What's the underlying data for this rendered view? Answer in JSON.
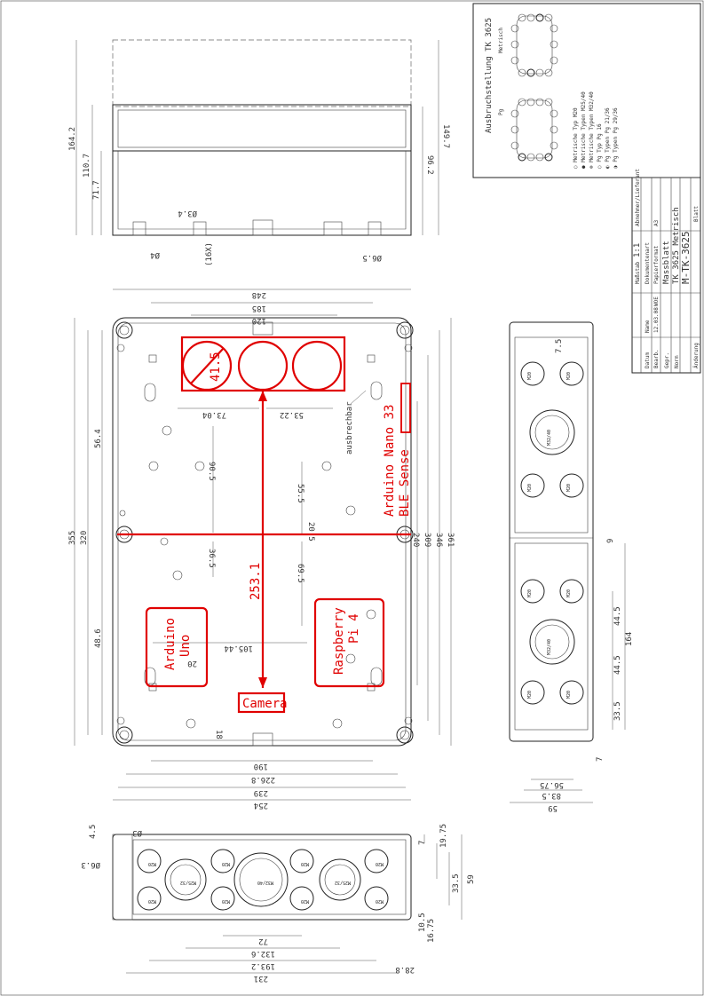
{
  "title_block": {
    "customer_label": "Abnehmer/Lieferant",
    "doc_type_label": "Dokumentenart",
    "scale_label": "Maßstab",
    "scale_value": "1:1",
    "paper_label": "Papierformat",
    "paper_value": "A3",
    "sheet_title_1": "Massblatt",
    "sheet_title_2": "TK 3625 Metrisch",
    "part_number": "M-TK-3625",
    "sheet_label": "Blatt",
    "change_label": "Änderung",
    "date_label": "Datum",
    "name_label": "Name",
    "drawn_label": "Bearb.",
    "checked_label": "Gepr.",
    "norm_label": "Norm",
    "date_value": "12.03.08",
    "drawn_by": "WOE"
  },
  "knockout": {
    "title": "Ausbruchstellung TK 3625",
    "metric_label": "Metrisch",
    "pg_label": "Pg",
    "legend": [
      {
        "symbol": "○",
        "label": "Metrische Typ M20"
      },
      {
        "symbol": "●",
        "label": "Metrische Typen M25/40"
      },
      {
        "symbol": "⊗",
        "label": "Metrische Typen M32/40"
      },
      {
        "symbol": "○",
        "label": "Pg Typ Pg 16"
      },
      {
        "symbol": "◐",
        "label": "Pg Typen Pg 21/36"
      },
      {
        "symbol": "◑",
        "label": "Pg Typen Pg 29/36"
      }
    ]
  },
  "side_view": {
    "dims_right": [
      "164.2",
      "110.7",
      "71.7"
    ],
    "dims_inner": [
      "149.7",
      "96.2"
    ],
    "phi_small": "Ø3.4",
    "count_label": "(16X)",
    "phi_bottom": "Ø6.5",
    "phi_left": "Ø4"
  },
  "top_view": {
    "dims_top": [
      "248",
      "185",
      "120"
    ],
    "dims_bottom": [
      "190",
      "226.8",
      "239",
      "254"
    ],
    "dims_left": [
      "355",
      "320",
      "56.4",
      "48.6"
    ],
    "dims_right": [
      "240",
      "309",
      "346",
      "361"
    ],
    "inner_dims": [
      "90.5",
      "73.04",
      "53.22",
      "36.5",
      "55.5",
      "20.5",
      "69.5",
      "20",
      "18",
      "105.44"
    ],
    "label_austrechbar": "ausbrechbar"
  },
  "annotations": {
    "diameter": "41.5",
    "length": "253.1",
    "nano_line1": "Arduino Nano 33",
    "nano_line2": "BLE Sense",
    "uno_line1": "Arduino",
    "uno_line2": "Uno",
    "pi_line1": "Raspberry",
    "pi_line2": "Pi 4",
    "camera": "Camera"
  },
  "right_view": {
    "dims": [
      "7.5",
      "9",
      "44.5",
      "44.5",
      "164",
      "33.5",
      "7",
      "56.75",
      "83.5",
      "59"
    ],
    "glands": [
      "M20",
      "M20",
      "M32/40",
      "M20",
      "M20",
      "M20",
      "M20",
      "M32/40",
      "M20",
      "M20"
    ]
  },
  "bottom_view": {
    "dims_bottom": [
      "72",
      "132.6",
      "193.2",
      "231",
      "16.75",
      "28.8",
      "10.5"
    ],
    "dims_right": [
      "19.75",
      "33.5",
      "59",
      "7"
    ],
    "dims_left": [
      "4.5",
      "Ø6.3",
      "Ø3"
    ],
    "glands": [
      "M20",
      "M25/32",
      "M20",
      "M32/40",
      "M20",
      "M25/32",
      "M20",
      "M20",
      "M20",
      "M20",
      "M20"
    ]
  }
}
